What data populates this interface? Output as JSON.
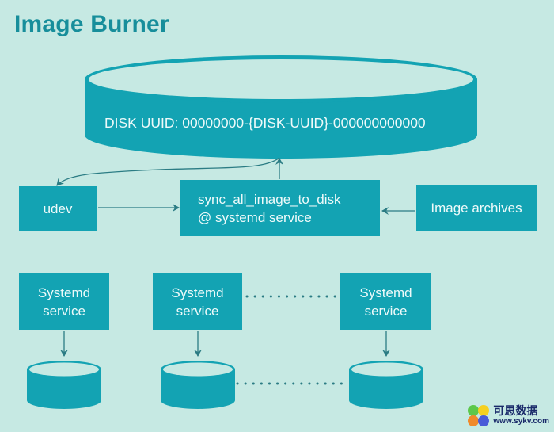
{
  "title": "Image Burner",
  "disk": {
    "label": "DISK UUID: 00000000-{DISK-UUID}-000000000000"
  },
  "nodes": {
    "udev": "udev",
    "sync_line1": "sync_all_image_to_disk",
    "sync_line2": "@ systemd service",
    "archives": "Image archives"
  },
  "services": [
    {
      "line1": "Systemd",
      "line2": "service"
    },
    {
      "line1": "Systemd",
      "line2": "service"
    },
    {
      "line1": "Systemd",
      "line2": "service"
    }
  ],
  "watermark": {
    "cn": "可思数据",
    "url": "www.sykv.com"
  },
  "colors": {
    "background": "#c6e9e3",
    "teal": "#13a3b3",
    "title": "#178e9b",
    "arrow": "#2b7c84"
  }
}
